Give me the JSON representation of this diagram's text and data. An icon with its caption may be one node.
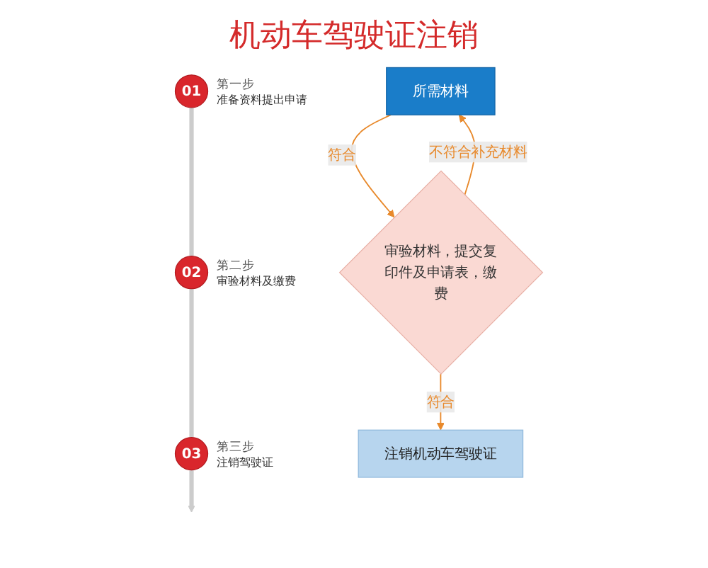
{
  "diagram": {
    "title": "机动车驾驶证注销",
    "nodes": [
      {
        "text": [
          "01"
        ],
        "beside": [
          "第一步",
          "准备资料提出申请"
        ]
      },
      {
        "text": [
          "02"
        ],
        "beside": [
          "第二步",
          "审验材料及缴费"
        ]
      },
      {
        "text": [
          "03"
        ],
        "beside": [
          "第三步",
          "注销驾驶证"
        ]
      },
      {
        "text": [
          "所需材料"
        ]
      },
      {
        "text": [
          "审验材料，提交复印件及申请表，缴费"
        ]
      },
      {
        "text": [
          "注销机动车驾驶证"
        ]
      }
    ],
    "edges": [
      {
        "from": 0,
        "to": 1,
        "arrow": "none",
        "color": "#cccccc",
        "style": "thick"
      },
      {
        "from": 1,
        "to": 2,
        "arrow": "none",
        "color": "#cccccc",
        "style": "thick"
      },
      {
        "from": 2,
        "to": null,
        "arrow": "to",
        "color": "#cccccc",
        "style": "thick"
      },
      {
        "from": 3,
        "to": 4,
        "label": "符合",
        "arrow": "to",
        "color": "#e8892b"
      },
      {
        "from": 4,
        "to": 5,
        "label": "符合",
        "arrow": "to",
        "color": "#e8892b"
      },
      {
        "from": 4,
        "to": 3,
        "label": "不符合补充材料",
        "arrow": "to",
        "color": "#e8892b"
      }
    ]
  }
}
